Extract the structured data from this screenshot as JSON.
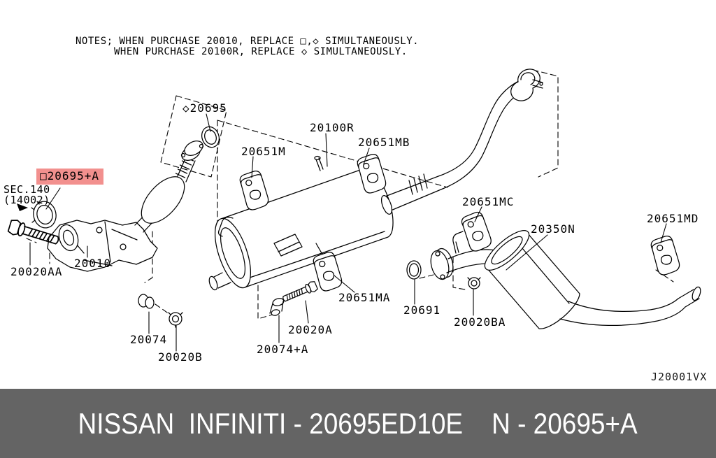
{
  "notes": {
    "line1": "NOTES; WHEN PURCHASE 20010, REPLACE □,◇ SIMULTANEOUSLY.",
    "line2": "WHEN PURCHASE 20100R, REPLACE ◇ SIMULTANEOUSLY."
  },
  "diagram": {
    "code": "J20001VX",
    "section_ref": {
      "line1": "SEC.140",
      "line2": "(14002)"
    },
    "highlighted_part": {
      "text": "□20695+A",
      "highlight_color": "#f2908e"
    },
    "labels": [
      {
        "id": "20695",
        "text": "◇20695"
      },
      {
        "id": "20100R",
        "text": "20100R"
      },
      {
        "id": "20651M",
        "text": "20651M"
      },
      {
        "id": "20651MB",
        "text": "20651MB"
      },
      {
        "id": "20651MC",
        "text": "20651MC"
      },
      {
        "id": "20350N",
        "text": "20350N"
      },
      {
        "id": "20651MD",
        "text": "20651MD"
      },
      {
        "id": "20020AA",
        "text": "20020AA"
      },
      {
        "id": "20010",
        "text": "20010"
      },
      {
        "id": "20074",
        "text": "20074"
      },
      {
        "id": "20020B",
        "text": "20020B"
      },
      {
        "id": "20074+A",
        "text": "20074+A"
      },
      {
        "id": "20020A",
        "text": "20020A"
      },
      {
        "id": "20651MA",
        "text": "20651MA"
      },
      {
        "id": "20691",
        "text": "20691"
      },
      {
        "id": "20020BA",
        "text": "20020BA"
      }
    ]
  },
  "banner": {
    "text": "NISSAN  INFINITI - 20695ED10E    N - 20695+A",
    "background": "#646464",
    "text_color": "#ffffff"
  }
}
